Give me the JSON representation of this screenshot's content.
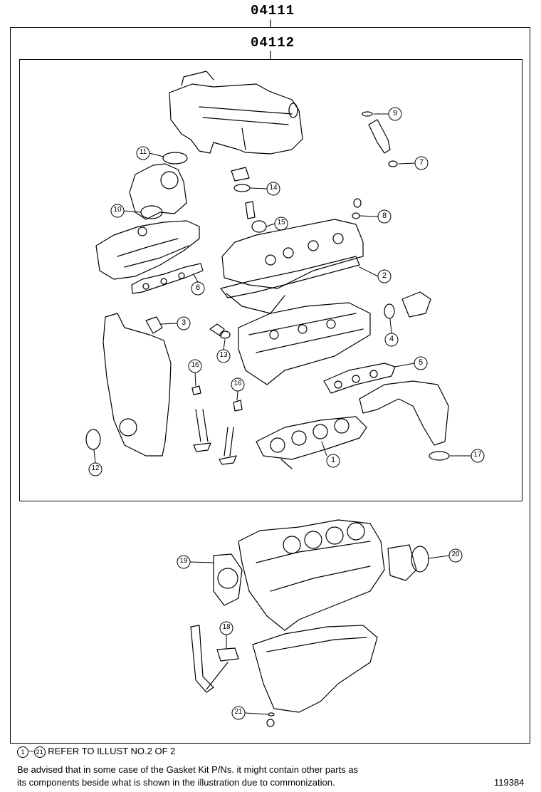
{
  "part_numbers": {
    "outer": "04111",
    "inner": "04112"
  },
  "callouts": {
    "c1": "1",
    "c2": "2",
    "c3": "3",
    "c4": "4",
    "c5": "5",
    "c6": "6",
    "c7": "7",
    "c8": "8",
    "c9": "9",
    "c10": "10",
    "c11": "11",
    "c12": "12",
    "c13": "13",
    "c14": "14",
    "c15": "15",
    "c16a": "16",
    "c16b": "16",
    "c17": "17",
    "c18": "18",
    "c19": "19",
    "c20": "20",
    "c21": "21"
  },
  "footer": {
    "range_start": "1",
    "range_sep": "~",
    "range_end": "21",
    "refer": "REFER TO ILLUST NO.2 OF 2",
    "advice_line1": "Be advised that in some case of the Gasket Kit P/Ns.  it might contain other parts as",
    "advice_line2": "its components beside what is shown in the illustration due to commonization.",
    "illustration_id": "119384"
  }
}
